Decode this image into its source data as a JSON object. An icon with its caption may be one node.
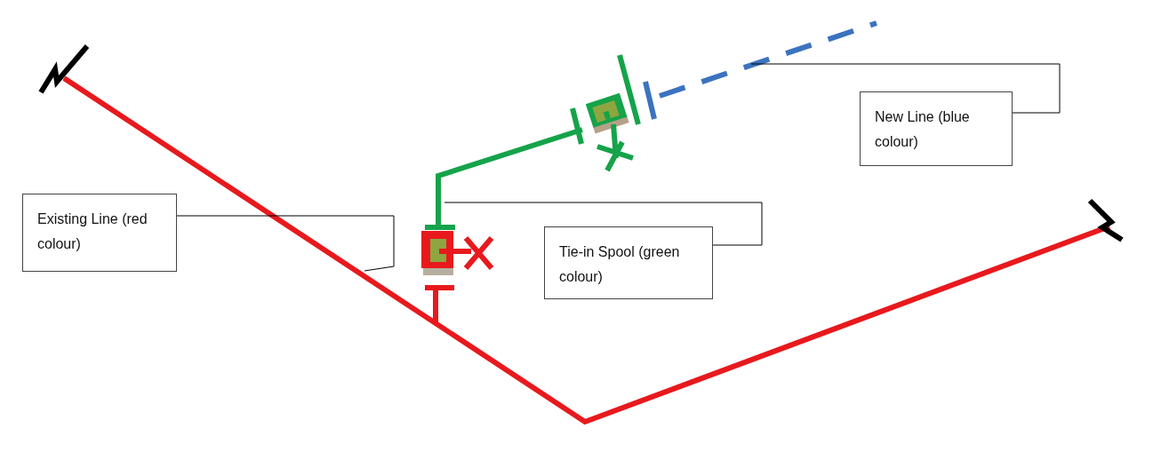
{
  "diagram": {
    "nodes": [
      {
        "text": [
          "New Line (blue colour)"
        ]
      },
      {
        "text": [
          "Existing Line (red colour)"
        ]
      },
      {
        "text": [
          "Tie-in Spool (green colour)"
        ]
      }
    ],
    "edges": [
      {
        "from": 0,
        "to": null,
        "arrow": "none"
      },
      {
        "from": 1,
        "to": null,
        "arrow": "none"
      },
      {
        "from": 2,
        "to": null,
        "arrow": "none"
      }
    ]
  }
}
